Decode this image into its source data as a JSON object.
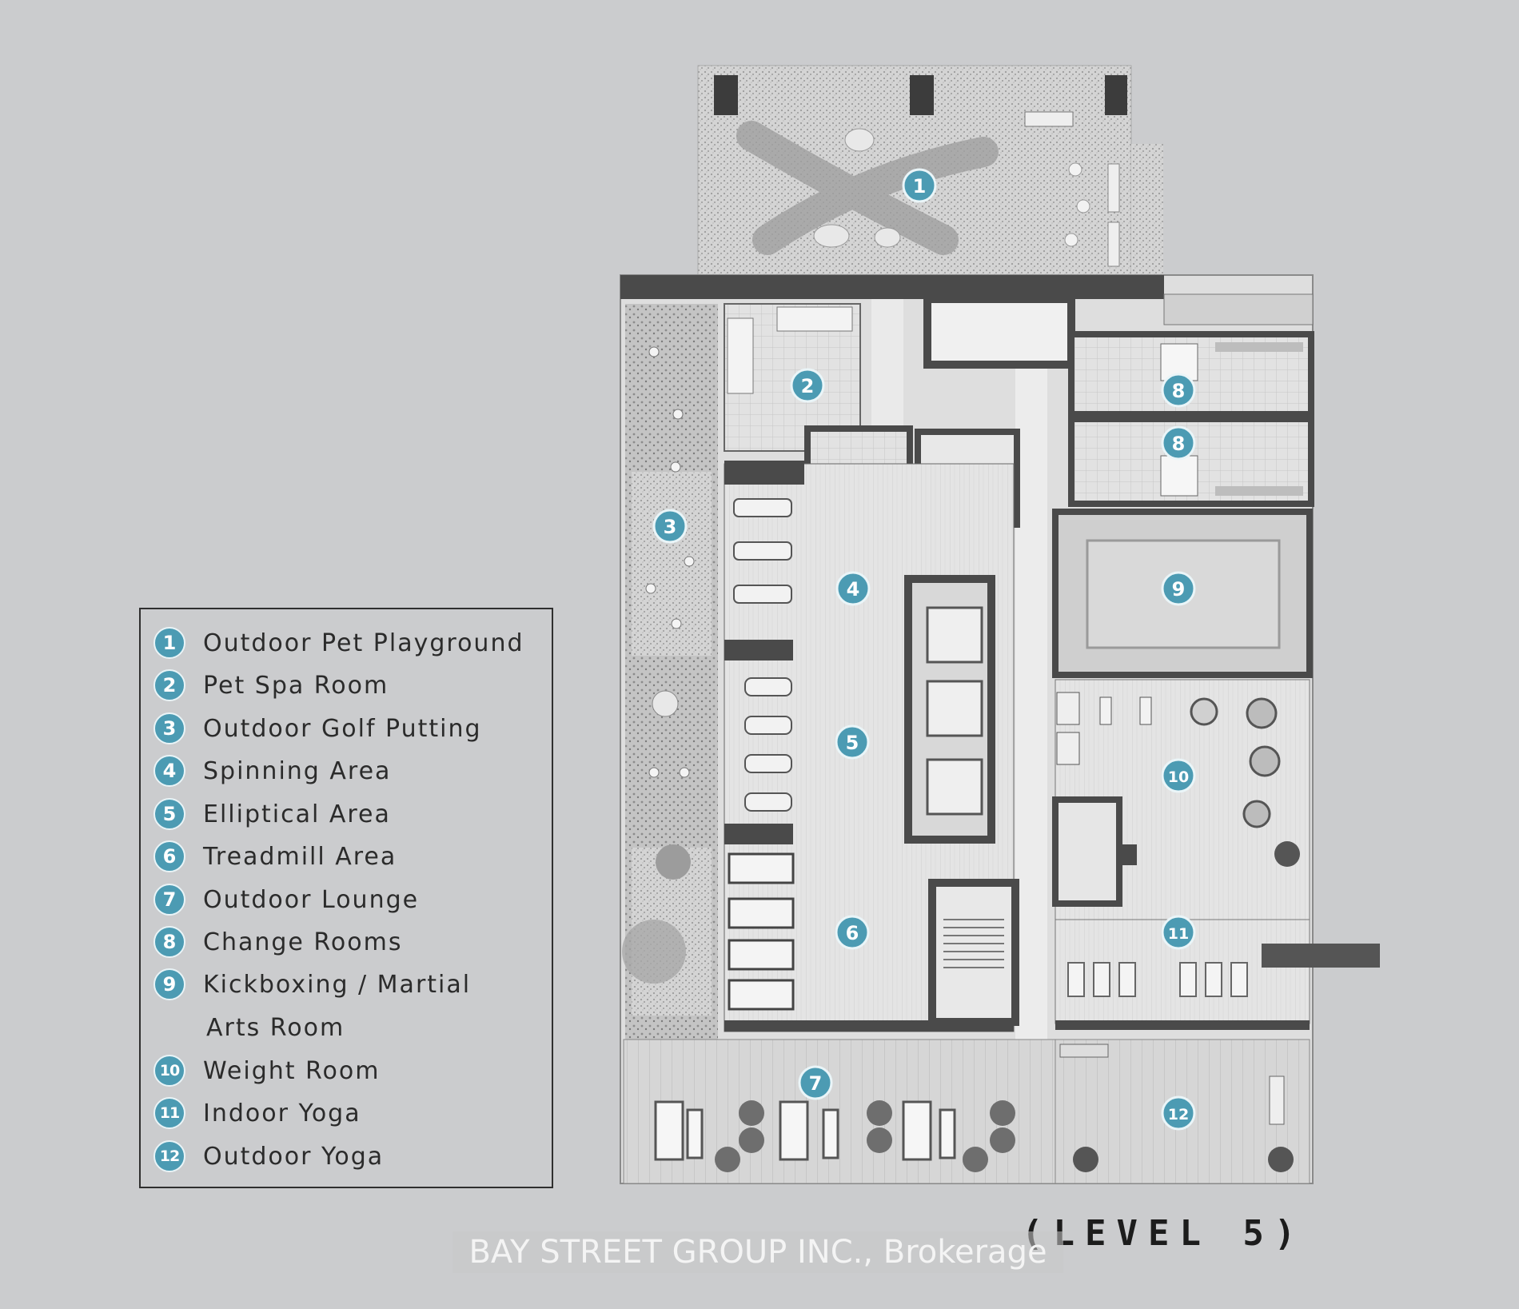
{
  "legend": {
    "items": [
      {
        "number": "1",
        "label": "Outdoor Pet Playground"
      },
      {
        "number": "2",
        "label": "Pet Spa Room"
      },
      {
        "number": "3",
        "label": "Outdoor Golf Putting"
      },
      {
        "number": "4",
        "label": "Spinning Area"
      },
      {
        "number": "5",
        "label": "Elliptical Area"
      },
      {
        "number": "6",
        "label": "Treadmill Area"
      },
      {
        "number": "7",
        "label": "Outdoor Lounge"
      },
      {
        "number": "8",
        "label": "Change Rooms"
      },
      {
        "number": "9",
        "label": "Kickboxing / Martial",
        "continuation": "Arts Room"
      },
      {
        "number": "10",
        "label": "Weight Room"
      },
      {
        "number": "11",
        "label": "Indoor Yoga"
      },
      {
        "number": "12",
        "label": "Outdoor Yoga"
      }
    ]
  },
  "plan": {
    "markers": [
      "1",
      "2",
      "3",
      "4",
      "5",
      "6",
      "7",
      "8",
      "8",
      "9",
      "10",
      "11",
      "12"
    ]
  },
  "level_label": "(LEVEL 5)",
  "watermark": "BAY STREET GROUP INC., Brokerage",
  "colors": {
    "background": "#cbccce",
    "marker": "#4c9bb3",
    "wall": "#4a4a4a",
    "floor": "#dcdcdc",
    "planting": "#b9b9b9"
  }
}
